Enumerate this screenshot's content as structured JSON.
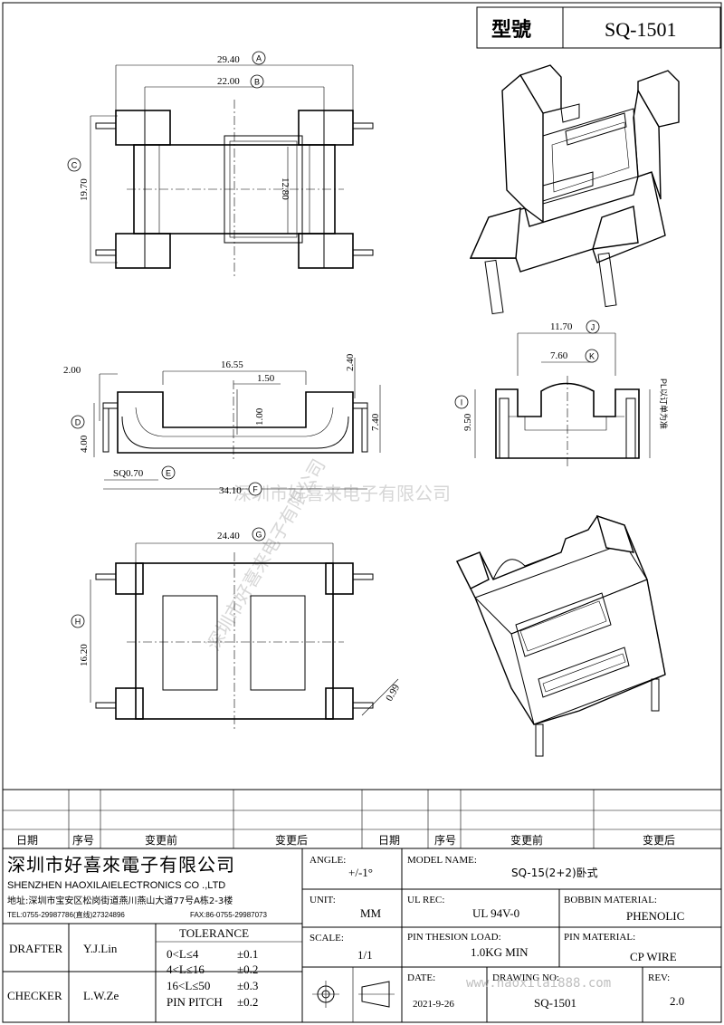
{
  "model": {
    "label": "型號",
    "value": "SQ-1501"
  },
  "dimensions": {
    "A": "29.40",
    "B": "22.00",
    "C": "19.70",
    "inner_h": "12.80",
    "D_label": "2.00",
    "E_val": "16.55",
    "gap": "1.50",
    "top_h": "2.40",
    "pin_h": "1.00",
    "side_h": "7.40",
    "D": "4.00",
    "E": "SQ0.70",
    "F": "34.10",
    "J": "11.70",
    "K": "7.60",
    "I": "9.50",
    "side_note": "PL以订单为准",
    "G": "24.40",
    "H": "16.20",
    "pin_d": "0.99"
  },
  "markers": [
    "A",
    "B",
    "C",
    "D",
    "E",
    "F",
    "G",
    "H",
    "I",
    "J",
    "K"
  ],
  "watermark": "深圳市好喜来电子有限公司",
  "revision_table": {
    "headers": [
      "日期",
      "序号",
      "变更前",
      "变更后",
      "日期",
      "序号",
      "变更前",
      "变更后"
    ]
  },
  "company": {
    "name_cn": "深圳市好喜來電子有限公司",
    "name_en": "SHENZHEN HAOXILAIELECTRONICS CO .,LTD",
    "address": "地址:深圳市宝安区松岗街道燕川燕山大道77号A栋2-3楼",
    "tel": "TEL:0755-29987786(直线)27324896",
    "fax": "FAX:86-0755-29987073"
  },
  "title_block": {
    "angle_label": "ANGLE:",
    "angle_value": "+/-1°",
    "model_name_label": "MODEL NAME:",
    "model_name_value": "SQ-15(2+2)卧式",
    "unit_label": "UNIT:",
    "unit_value": "MM",
    "ul_rec_label": "UL REC:",
    "ul_rec_value": "UL 94V-0",
    "bobbin_label": "BOBBIN MATERIAL:",
    "bobbin_value": "PHENOLIC",
    "scale_label": "SCALE:",
    "scale_value": "1/1",
    "pin_load_label": "PIN THESION LOAD:",
    "pin_load_value": "1.0KG MIN",
    "pin_mat_label": "PIN MATERIAL:",
    "pin_mat_value": "CP  WIRE",
    "date_label": "DATE:",
    "date_value": "2021-9-26",
    "drawing_no_label": "DRAWING NO:",
    "drawing_no_value": "SQ-1501",
    "rev_label": "REV:",
    "rev_value": "2.0",
    "drafter_label": "DRAFTER",
    "drafter_value": "Y.J.Lin",
    "checker_label": "CHECKER",
    "checker_value": "L.W.Ze",
    "tolerance_title": "TOLERANCE",
    "tolerance_rows": [
      {
        "range": "0<L≤4",
        "tol": "±0.1"
      },
      {
        "range": "4<L≤16",
        "tol": "±0.2"
      },
      {
        "range": "16<L≤50",
        "tol": "±0.3"
      },
      {
        "range": "PIN PITCH",
        "tol": "±0.2"
      }
    ]
  },
  "site_watermark": "www.haoxilai888.com"
}
